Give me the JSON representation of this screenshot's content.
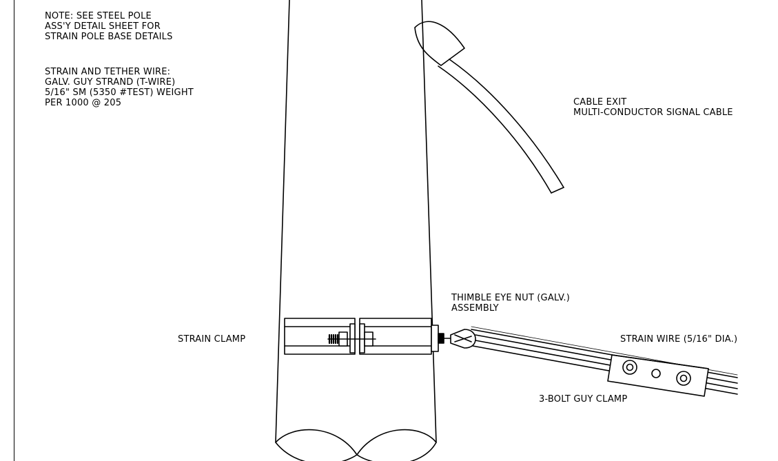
{
  "notes": {
    "note_lines": [
      "NOTE: SEE STEEL POLE",
      "ASS'Y DETAIL SHEET FOR",
      "STRAIN POLE BASE DETAILS"
    ],
    "wire_lines": [
      "STRAIN AND TETHER WIRE:",
      "GALV. GUY STRAND (T-WIRE)",
      "5/16\" SM (5350 #TEST) WEIGHT",
      "PER 1000 @ 205"
    ]
  },
  "labels": {
    "cable_exit": [
      "CABLE EXIT",
      "MULTI-CONDUCTOR SIGNAL CABLE"
    ],
    "thimble": [
      "THIMBLE EYE NUT (GALV.)",
      "ASSEMBLY"
    ],
    "strain_clamp": "STRAIN CLAMP",
    "strain_wire": "STRAIN WIRE (5/16\" DIA.)",
    "guy_clamp": "3-BOLT GUY CLAMP"
  },
  "colors": {
    "line": "#000000",
    "background": "#ffffff"
  }
}
